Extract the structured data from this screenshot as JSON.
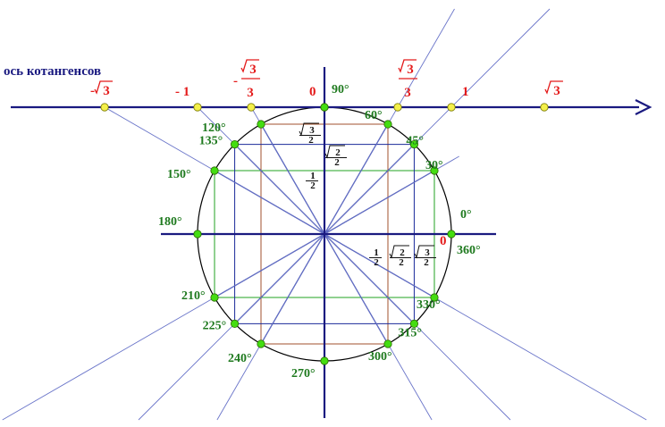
{
  "axis_title": "ось котангенсов",
  "colors": {
    "axis": "#1a1a80",
    "circle": "#000000",
    "green_lines": "#22a322",
    "brown_lines": "#a0522d",
    "blue_lines": "#1a2a9a",
    "dot_green": "#44dd11",
    "dot_yellow": "#f4f04a",
    "label_green": "#1f7a1f",
    "label_red": "#e41b1b"
  },
  "angles": [
    {
      "deg": 0,
      "label": "0°"
    },
    {
      "deg": 30,
      "label": "30°"
    },
    {
      "deg": 45,
      "label": "45°"
    },
    {
      "deg": 60,
      "label": "60°"
    },
    {
      "deg": 90,
      "label": "90°"
    },
    {
      "deg": 120,
      "label": "120°"
    },
    {
      "deg": 135,
      "label": "135°"
    },
    {
      "deg": 150,
      "label": "150°"
    },
    {
      "deg": 180,
      "label": "180°"
    },
    {
      "deg": 210,
      "label": "210°"
    },
    {
      "deg": 225,
      "label": "225°"
    },
    {
      "deg": 240,
      "label": "240°"
    },
    {
      "deg": 270,
      "label": "270°"
    },
    {
      "deg": 300,
      "label": "300°"
    },
    {
      "deg": 315,
      "label": "315°"
    },
    {
      "deg": 330,
      "label": "330°"
    },
    {
      "deg": 360,
      "label": "360°"
    }
  ],
  "cot_ticks": [
    {
      "value": -1.7320508,
      "sign": "-",
      "num": "3",
      "root": true,
      "den": ""
    },
    {
      "value": -1,
      "text": "- 1"
    },
    {
      "value": -0.5773503,
      "sign": "-",
      "num": "3",
      "root": true,
      "den": "3"
    },
    {
      "value": 0,
      "text": "0"
    },
    {
      "value": 0.5773503,
      "sign": "",
      "num": "3",
      "root": true,
      "den": "3"
    },
    {
      "value": 1,
      "text": "1"
    },
    {
      "value": 1.7320508,
      "sign": "",
      "num": "3",
      "root": true,
      "den": ""
    }
  ],
  "zero_right": "0",
  "fractions": {
    "sin60": {
      "num": "3",
      "root": true,
      "den": "2"
    },
    "sin45": {
      "num": "2",
      "root": true,
      "den": "2"
    },
    "sin30": {
      "num": "1",
      "root": false,
      "den": "2"
    },
    "cos60": {
      "num": "1",
      "root": false,
      "den": "2"
    },
    "cos45": {
      "num": "2",
      "root": true,
      "den": "2"
    },
    "cos30": {
      "num": "3",
      "root": true,
      "den": "2"
    }
  }
}
